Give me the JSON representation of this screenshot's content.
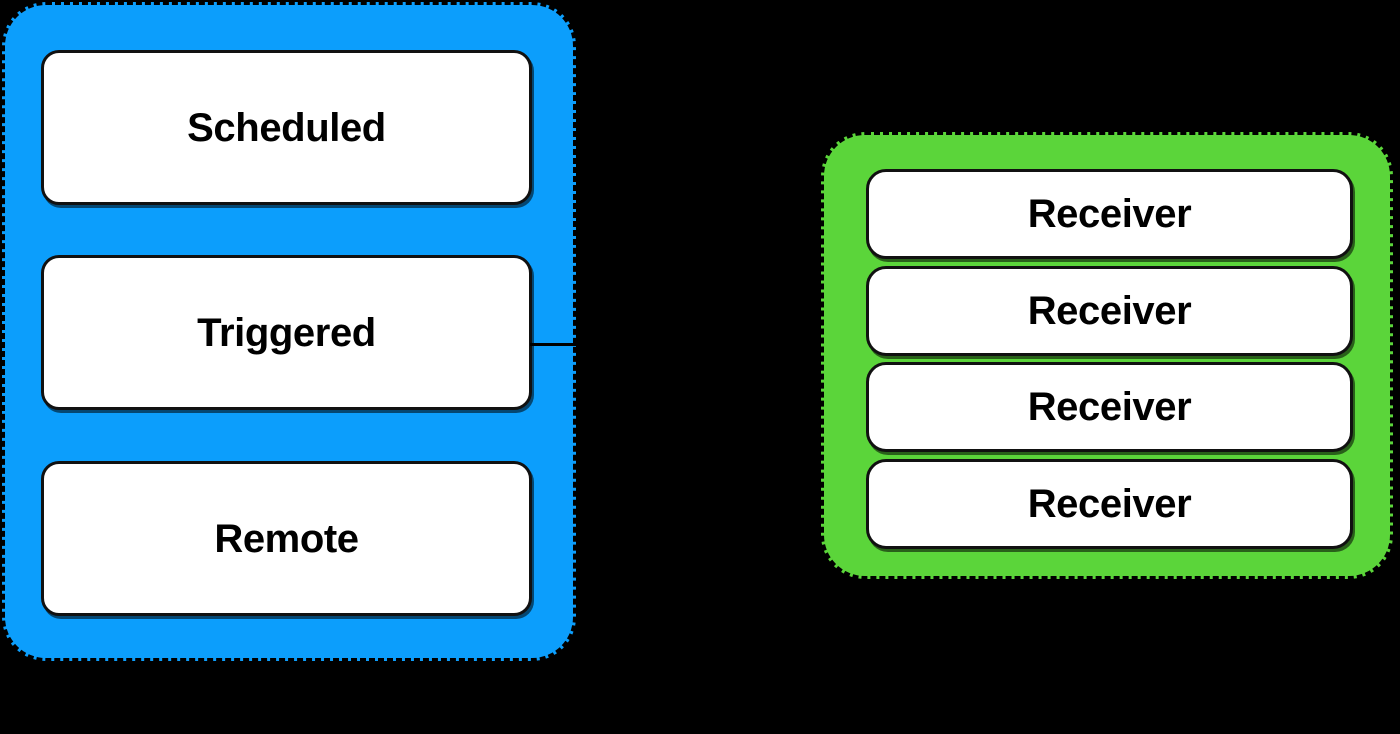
{
  "diagram": {
    "background_color": "#000000",
    "groups": [
      {
        "id": "triggers-group",
        "name": "blue-trigger-group",
        "fill_color": "#0C9EFC",
        "border_style": "dashed",
        "border_color": "#000000",
        "nodes": [
          {
            "label": "Scheduled"
          },
          {
            "label": "Triggered"
          },
          {
            "label": "Remote"
          }
        ]
      },
      {
        "id": "receivers-group",
        "name": "green-receiver-group",
        "fill_color": "#5BD53A",
        "border_style": "dashed",
        "border_color": "#000000",
        "nodes": [
          {
            "label": "Receiver"
          },
          {
            "label": "Receiver"
          },
          {
            "label": "Receiver"
          },
          {
            "label": "Receiver"
          }
        ]
      }
    ],
    "connectors": [
      {
        "name": "triggered-to-right-edge",
        "from": "Triggered",
        "to": "",
        "color": "#000000"
      }
    ]
  }
}
